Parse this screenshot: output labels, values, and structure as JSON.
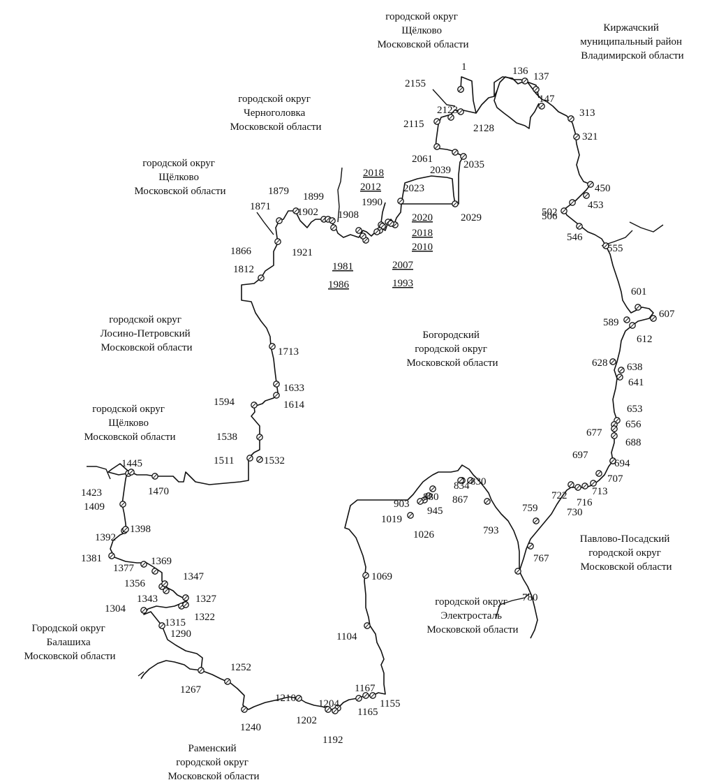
{
  "regions": [
    {
      "lines": [
        "городской округ",
        "Щёлково",
        "Московской области"
      ]
    },
    {
      "lines": [
        "Киржачский",
        "муниципальный район",
        "Владимирской области"
      ]
    },
    {
      "lines": [
        "городской округ",
        "Черноголовка",
        "Московской области"
      ]
    },
    {
      "lines": [
        "городской округ",
        "Щёлково",
        "Московской области"
      ]
    },
    {
      "lines": [
        "городской округ",
        "Лосино-Петровский",
        "Московской области"
      ]
    },
    {
      "lines": [
        "Богородский",
        "городской округ",
        "Московской области"
      ]
    },
    {
      "lines": [
        "городской округ",
        "Щёлково",
        "Московской области"
      ]
    },
    {
      "lines": [
        "Павлово-Посадский",
        "городской округ",
        "Московской области"
      ]
    },
    {
      "lines": [
        "городской округ",
        "Электросталь",
        "Московской области"
      ]
    },
    {
      "lines": [
        "Городской округ",
        "Балашиха",
        "Московской области"
      ]
    },
    {
      "lines": [
        "Раменский",
        "городской округ",
        "Московской области"
      ]
    }
  ],
  "points": [
    "1",
    "136",
    "137",
    "147",
    "313",
    "321",
    "450",
    "453",
    "502",
    "506",
    "546",
    "555",
    "601",
    "607",
    "589",
    "612",
    "628",
    "638",
    "641",
    "653",
    "656",
    "677",
    "688",
    "697",
    "694",
    "707",
    "713",
    "716",
    "730",
    "722",
    "759",
    "767",
    "780",
    "793",
    "830",
    "834",
    "867",
    "880",
    "903",
    "945",
    "1019",
    "1026",
    "1069",
    "1104",
    "1155",
    "1167",
    "1165",
    "1192",
    "1204",
    "1202",
    "1210",
    "1240",
    "1252",
    "1267",
    "1290",
    "1315",
    "1322",
    "1304",
    "1327",
    "1343",
    "1347",
    "1356",
    "1369",
    "1377",
    "1381",
    "1392",
    "1398",
    "1409",
    "1423",
    "1445",
    "1470",
    "1511",
    "1532",
    "1538",
    "1594",
    "1614",
    "1633",
    "1713",
    "1812",
    "1866",
    "1871",
    "1879",
    "1899",
    "1902",
    "1908",
    "1921",
    "1990",
    "1981",
    "1986",
    "2018",
    "2012",
    "2020",
    "2018",
    "2010",
    "2007",
    "1993",
    "2023",
    "2029",
    "2035",
    "2039",
    "2061",
    "2115",
    "2123",
    "2128",
    "2155"
  ]
}
